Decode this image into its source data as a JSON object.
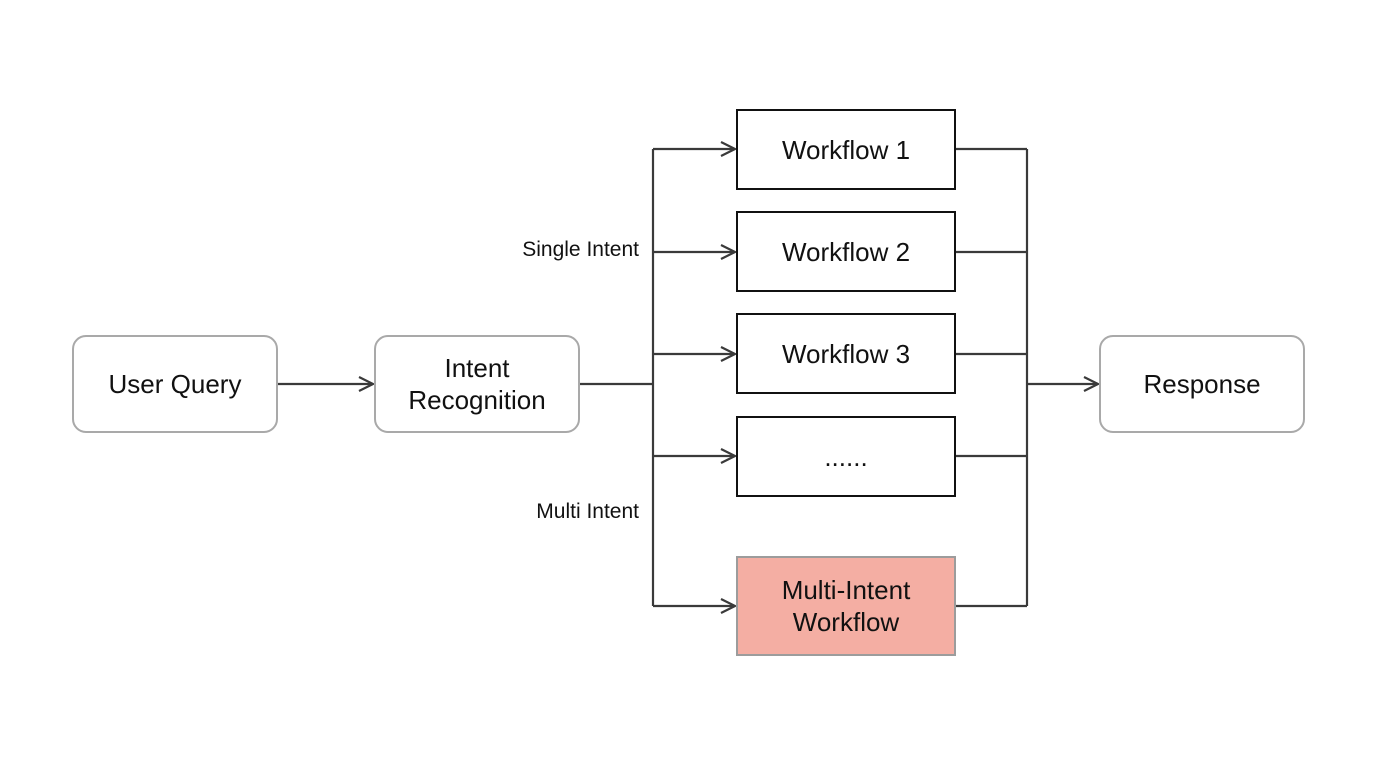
{
  "diagram": {
    "nodes": {
      "user_query": {
        "label": "User Query"
      },
      "intent_recognition": {
        "line1": "Intent",
        "line2": "Recognition"
      },
      "workflow_1": {
        "label": "Workflow 1"
      },
      "workflow_2": {
        "label": "Workflow 2"
      },
      "workflow_3": {
        "label": "Workflow 3"
      },
      "workflow_more": {
        "label": "......"
      },
      "multi_intent_workflow": {
        "line1": "Multi-Intent",
        "line2": "Workflow",
        "fill": "#f4aea3"
      },
      "response": {
        "label": "Response"
      }
    },
    "edge_labels": {
      "single_intent": "Single Intent",
      "multi_intent": "Multi Intent"
    },
    "colors": {
      "line": "#3a3a3a",
      "rounded_border": "#a9a9a9",
      "workflow_border": "#111111",
      "multi_fill": "#f4aea3"
    }
  }
}
